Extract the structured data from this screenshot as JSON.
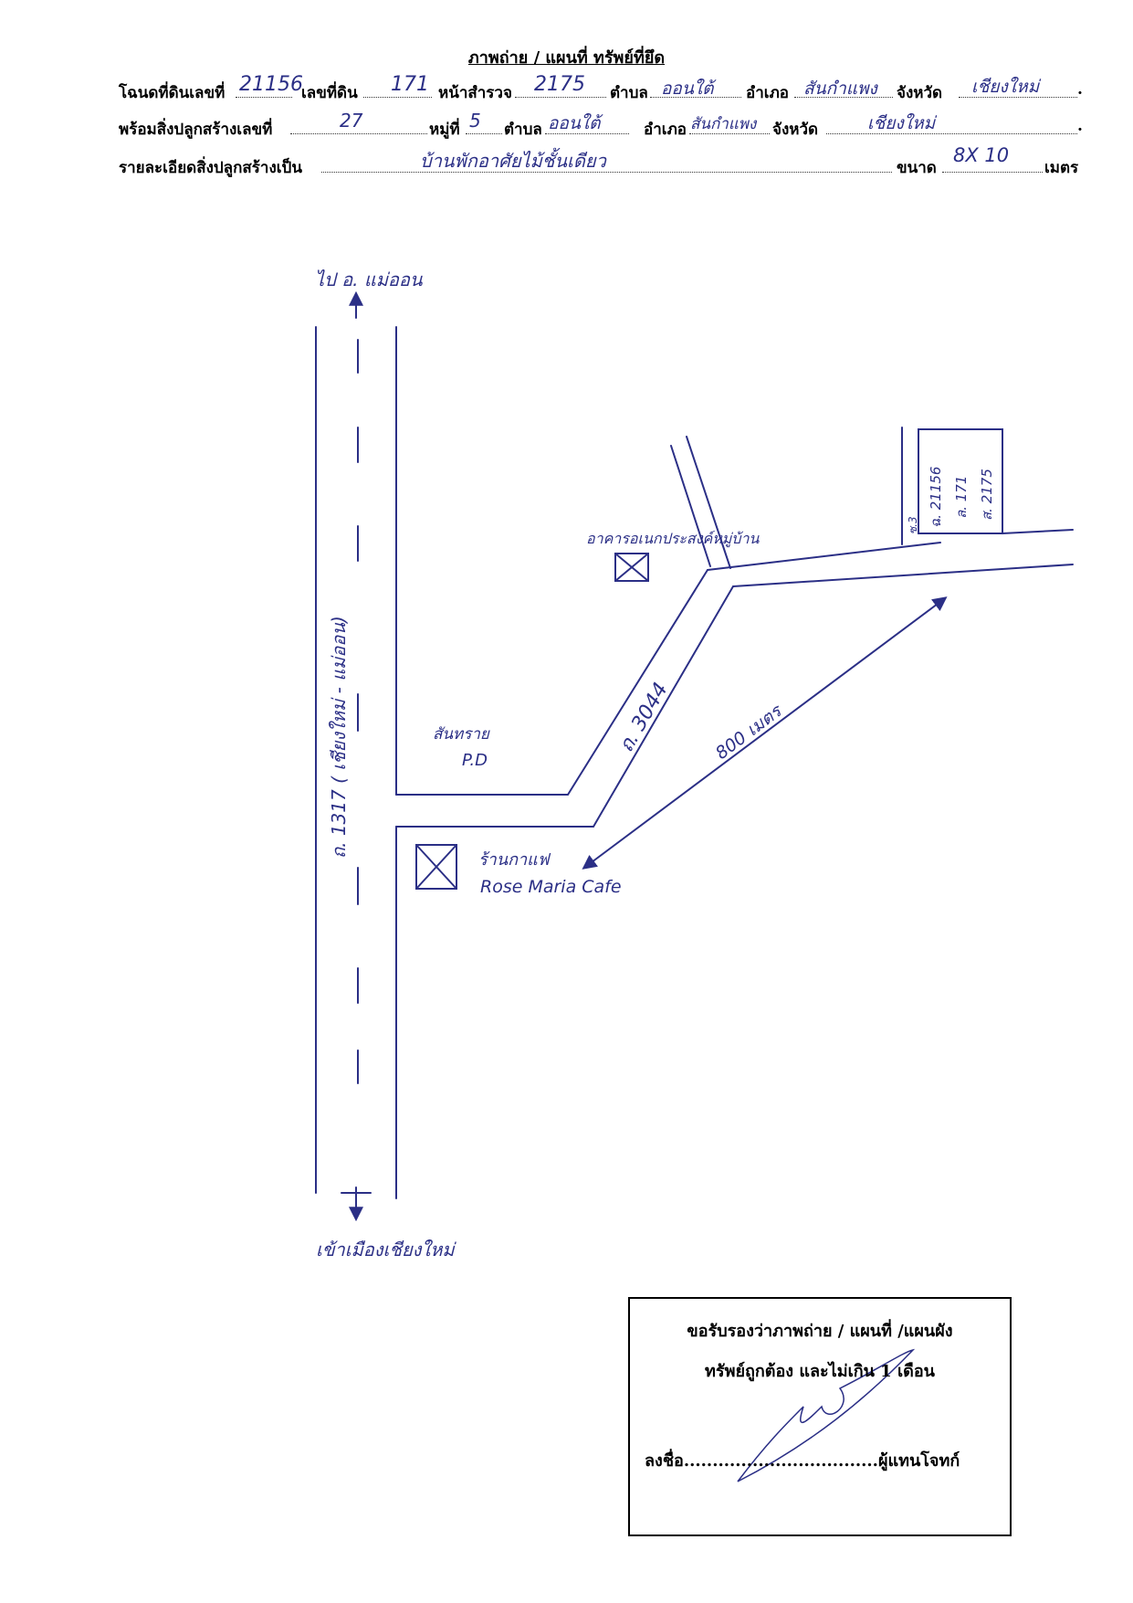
{
  "header": {
    "title": "ภาพถ่าย / แผนที่ ทรัพย์ที่ยึด",
    "row1": {
      "deed_label": "โฉนดที่ดินเลขที่",
      "deed_value": "21156",
      "land_no_label": "เลขที่ดิน",
      "land_no_value": "171",
      "survey_label": "หน้าสำรวจ",
      "survey_value": "2175",
      "subdistrict_label": "ตำบล",
      "subdistrict_value": "ออนใต้",
      "district_label": "อำเภอ",
      "district_value": "สันกำแพง",
      "province_label": "จังหวัด",
      "province_value": "เชียงใหม่",
      "end": "."
    },
    "row2": {
      "building_label": "พร้อมสิ่งปลูกสร้างเลขที่",
      "building_value": "27",
      "moo_label": "หมู่ที่",
      "moo_value": "5",
      "subdistrict_label": "ตำบล",
      "subdistrict_value": "ออนใต้",
      "district_label": "อำเภอ",
      "district_value": "สันกำแพง",
      "province_label": "จังหวัด",
      "province_value": "เชียงใหม่",
      "end": "."
    },
    "row3": {
      "detail_label": "รายละเอียดสิ่งปลูกสร้างเป็น",
      "detail_value": "บ้านพักอาศัยไม้ชั้นเดียว",
      "size_label": "ขนาด",
      "size_value": "8X 10",
      "unit": "เมตร"
    }
  },
  "map": {
    "north_label": "ไป อ. แม่ออน",
    "south_label": "เข้าเมืองเชียงใหม่",
    "main_road": "ถ. 1317 ( เชียงใหม่ - แม่ออน)",
    "branch_road": "ถ. 3044",
    "distance": "800 เมตร",
    "landmark_1": "อาคารอเนกประสงค์หมู่บ้าน",
    "landmark_2_line1": "ร้านกาแฟ",
    "landmark_2_line2": "Rose Maria Cafe",
    "pd_line1": "สันทราย",
    "pd_line2": "P.D",
    "lane": "ซ.3",
    "parcel": [
      "ฉ. 21156",
      "ล. 171",
      "ส. 2175"
    ]
  },
  "certification": {
    "line1": "ขอรับรองว่าภาพถ่าย / แผนที่ /แผนผัง",
    "line2": "ทรัพย์ถูกต้อง และไม่เกิน 1 เดือน",
    "sign_label": "ลงชื่อ",
    "sign_dots": "..................................",
    "sign_role": "ผู้แทนโจทก์"
  },
  "colors": {
    "ink": "#2b2f86",
    "print": "#000000"
  }
}
